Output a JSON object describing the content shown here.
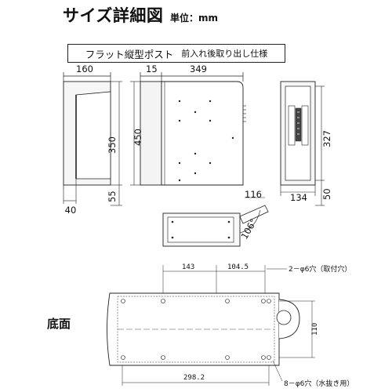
{
  "header": {
    "title": "サイズ詳細図",
    "unit": "単位：mm"
  },
  "subtitle": {
    "product": "フラット縦型ポスト",
    "note": "前入れ後取り出し仕様"
  },
  "side_view": {
    "width": "160",
    "height": "350",
    "bottom_offset": "55",
    "slot_offset": "40"
  },
  "front_view": {
    "width": "349",
    "flange": "15",
    "height": "450"
  },
  "back_view": {
    "height": "327",
    "width": "134",
    "bottom_gap": "50"
  },
  "top_view": {
    "opening": "116",
    "angle": "106°"
  },
  "bottom_view": {
    "label": "底面",
    "dim_left": "143",
    "dim_right": "104.5",
    "dim_total": "298.2",
    "dim_depth": "110",
    "note_mount": "2－φ6穴（取付穴）",
    "note_drain": "8－φ6穴（水抜き用）"
  }
}
